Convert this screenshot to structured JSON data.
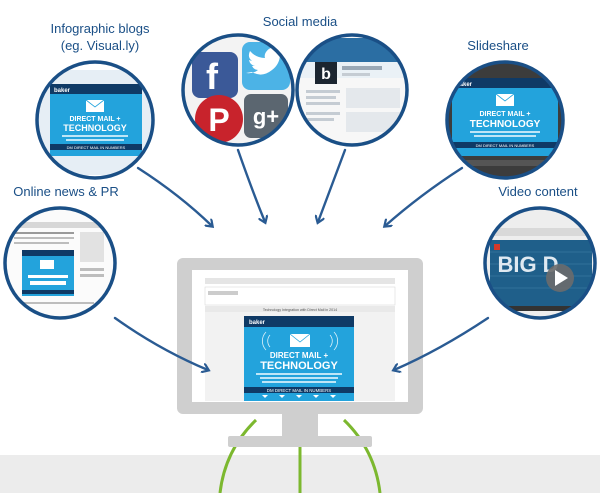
{
  "labels": {
    "infographic_line1": "Infographic blogs",
    "infographic_line2": "(eg. Visual.ly)",
    "social": "Social media",
    "slideshare": "Slideshare",
    "news": "Online news & PR",
    "video": "Video content"
  },
  "infographic": {
    "brand": "baker",
    "title_line1": "DIRECT MAIL +",
    "title_line2": "TECHNOLOGY",
    "numbers_banner": "DM DIRECT MAIL IN NUMBERS",
    "page_heading": "Technology Integration with Direct Mail in 2014"
  },
  "social_icons": {
    "facebook_glyph": "f",
    "google_glyph": "g+",
    "pinterest_glyph": "P",
    "blog_glyph": "b"
  },
  "video": {
    "big_text": "BIG D"
  },
  "colors": {
    "brand_blue": "#1a4f86",
    "arrow_blue": "#2a5b93",
    "infographic_cyan": "#23a3dc",
    "monitor_gray": "#cfcfcf",
    "cable_green": "#7cb82f",
    "floor_gray": "#ececec"
  }
}
